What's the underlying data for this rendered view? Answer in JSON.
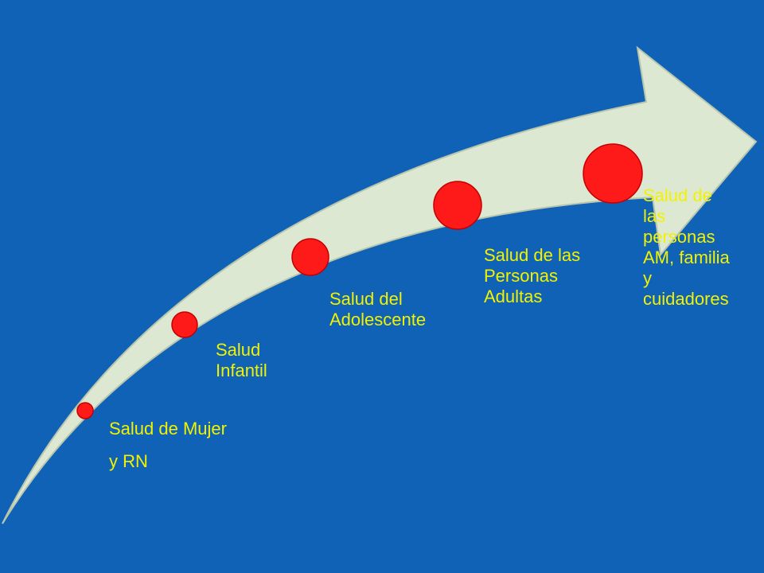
{
  "colors": {
    "background": "#0F62B6",
    "arrow_fill": "#DDE8D3",
    "arrow_stroke": "#B8C6AE",
    "circle_fill": "#FF1A1A",
    "circle_stroke": "#C40000",
    "label_text": "#F2F200"
  },
  "stages": [
    {
      "lines": [
        "Salud de Mujer",
        "y RN"
      ]
    },
    {
      "lines": [
        "Salud",
        "Infantil"
      ]
    },
    {
      "lines": [
        "Salud del",
        "Adolescente"
      ]
    },
    {
      "lines": [
        "Salud de las",
        "Personas",
        "Adultas"
      ]
    },
    {
      "lines": [
        "Salud de",
        "las",
        "personas",
        "AM, familia",
        "y",
        "cuidadores"
      ]
    }
  ]
}
